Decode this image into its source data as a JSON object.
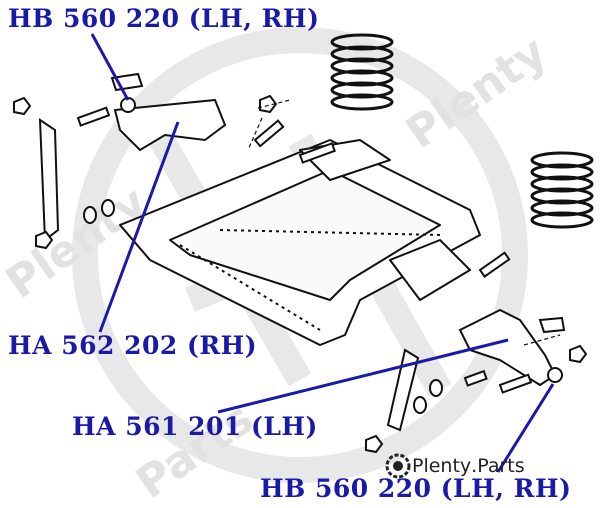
{
  "labels": {
    "top": "HB 560 220 (LH, RH)",
    "rh": "HA 562 202 (RH)",
    "lh": "HA 561 201 (LH)",
    "bottom": "HB 560 220 (LH, RH)"
  },
  "brand": {
    "name": "Plenty",
    "suffix": ".Parts"
  },
  "colors": {
    "callout": "#1a1aa8",
    "line": "#1a1aa8",
    "drawing": "#111111",
    "watermark": "#e4e4e4"
  }
}
